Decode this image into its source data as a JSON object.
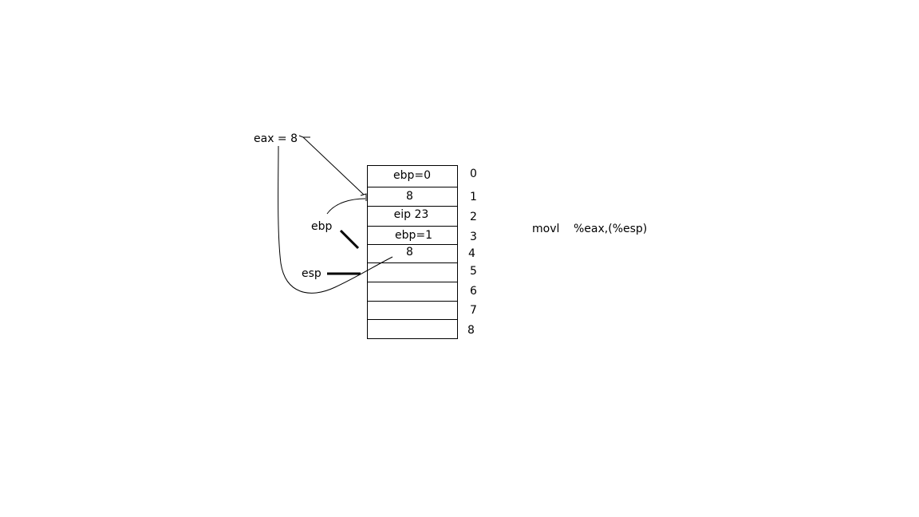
{
  "register_value": {
    "label": "eax = 8"
  },
  "stack": {
    "cells": [
      {
        "index": "0",
        "content": "ebp=0"
      },
      {
        "index": "1",
        "content": "8"
      },
      {
        "index": "2",
        "content": "eip 23"
      },
      {
        "index": "3",
        "content": "ebp=1"
      },
      {
        "index": "4",
        "content": "8"
      },
      {
        "index": "5",
        "content": ""
      },
      {
        "index": "6",
        "content": ""
      },
      {
        "index": "7",
        "content": ""
      },
      {
        "index": "8",
        "content": ""
      }
    ]
  },
  "pointers": {
    "ebp": "ebp",
    "esp": "esp"
  },
  "instruction": {
    "mnemonic": "movl",
    "operands": "%eax,(%esp)"
  }
}
